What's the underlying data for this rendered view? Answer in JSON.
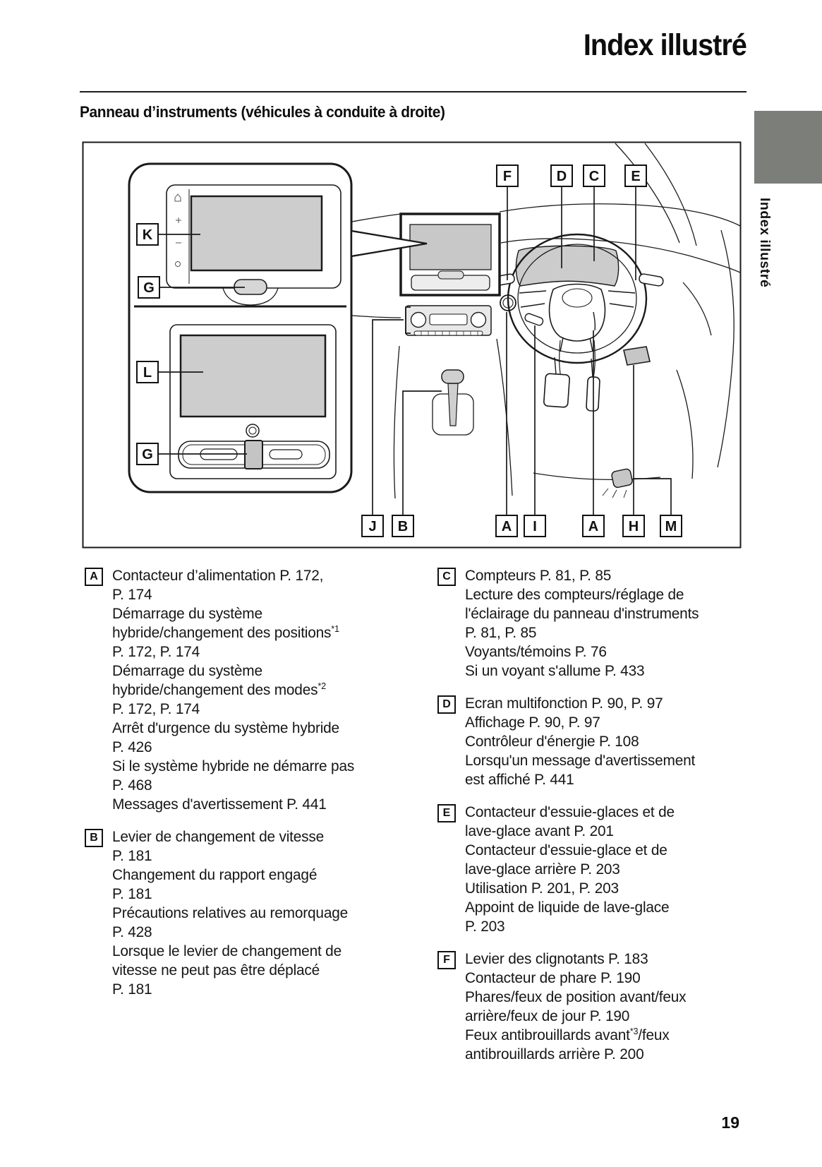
{
  "page": {
    "title": "Index illustré",
    "section_heading": "Panneau d’instruments (véhicules à conduite à droite)",
    "side_tab_label": "Index illustré",
    "page_number": "19",
    "tab_color": "#7b7e79"
  },
  "diagram": {
    "top_callouts": [
      "F",
      "D",
      "C",
      "E"
    ],
    "bottom_callouts": [
      "J",
      "B",
      "A",
      "I",
      "A",
      "H",
      "M"
    ],
    "left_callouts": [
      "K",
      "G",
      "L",
      "G"
    ]
  },
  "legend": {
    "columns": [
      {
        "items": [
          {
            "letter": "A",
            "lines": [
              "Contacteur d’alimentation P. 172,",
              "P. 174",
              "Démarrage du système",
              "hybride/changement des positions[[*1]]",
              "P. 172, P. 174",
              "Démarrage du système",
              "hybride/changement des modes[[*2]]",
              "P. 172, P. 174",
              "Arrêt d'urgence du système hybride",
              "P. 426",
              "Si le système hybride ne démarre pas",
              "P. 468",
              "Messages d'avertissement P. 441"
            ]
          },
          {
            "letter": "B",
            "lines": [
              "Levier de changement de vitesse",
              "P. 181",
              "Changement du rapport engagé",
              "P. 181",
              "Précautions relatives au remorquage",
              "P. 428",
              "Lorsque le levier de changement de",
              "vitesse ne peut pas être déplacé",
              "P. 181"
            ]
          }
        ]
      },
      {
        "items": [
          {
            "letter": "C",
            "lines": [
              "Compteurs P. 81, P. 85",
              "Lecture des compteurs/réglage de",
              "l'éclairage du panneau d'instruments",
              "P. 81, P. 85",
              "Voyants/témoins P. 76",
              "Si un voyant s'allume P. 433"
            ]
          },
          {
            "letter": "D",
            "lines": [
              "Ecran multifonction P. 90, P. 97",
              "Affichage P. 90, P. 97",
              "Contrôleur d'énergie P. 108",
              "Lorsqu'un message d'avertissement",
              "est affiché P. 441"
            ]
          },
          {
            "letter": "E",
            "lines": [
              "Contacteur d'essuie-glaces et de",
              "lave-glace avant P. 201",
              "Contacteur d'essuie-glace et de",
              "lave-glace arrière P. 203",
              "Utilisation P. 201, P. 203",
              "Appoint de liquide de lave-glace",
              "P. 203"
            ]
          },
          {
            "letter": "F",
            "lines": [
              "Levier des clignotants P. 183",
              "Contacteur de phare P. 190",
              "Phares/feux de position avant/feux",
              "arrière/feux de jour P. 190",
              "Feux antibrouillards avant[[*3]]/feux",
              "antibrouillards arrière P. 200"
            ]
          }
        ]
      }
    ]
  }
}
